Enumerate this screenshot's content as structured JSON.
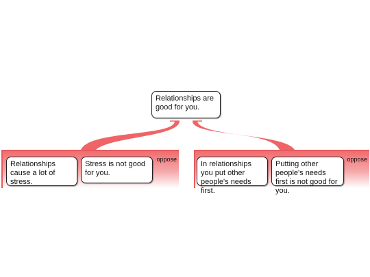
{
  "claim": {
    "text": "Relationships are good for you."
  },
  "groups": [
    {
      "label": "oppose",
      "premises": [
        "Relationships cause a lot of stress.",
        "Stress is not good for you."
      ]
    },
    {
      "label": "oppose",
      "premises": [
        "In relationships you put other people's needs first.",
        "Putting other people's needs first is not good for you."
      ]
    }
  ],
  "colors": {
    "connector": "#ef6466",
    "group_fill_top": "#f06c6f",
    "group_border": "#e85a5c",
    "box_border": "#222222"
  }
}
